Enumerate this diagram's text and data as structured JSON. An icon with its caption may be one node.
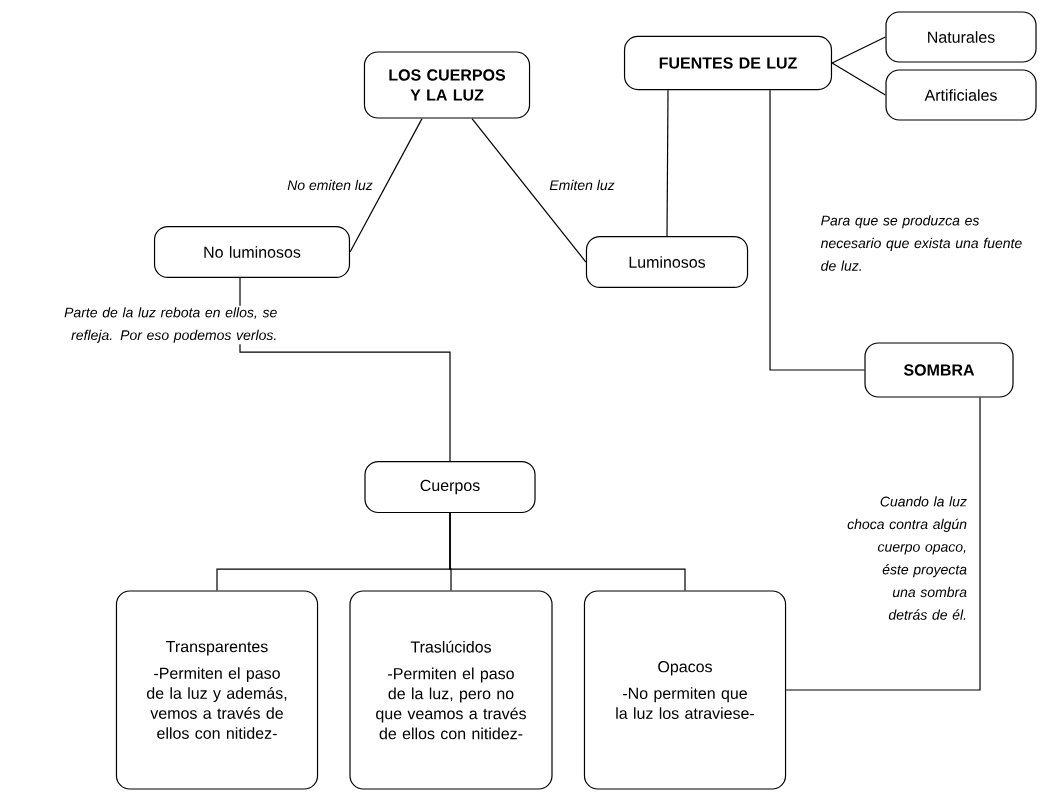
{
  "diagram": {
    "nodes": [
      {
        "text": [
          "LOS CUERPOS Y LA LUZ"
        ]
      },
      {
        "text": [
          "FUENTES DE LUZ"
        ]
      },
      {
        "text": [
          "Naturales"
        ]
      },
      {
        "text": [
          "Artificiales"
        ]
      },
      {
        "text": [
          "No luminosos"
        ]
      },
      {
        "text": [
          "Luminosos"
        ]
      },
      {
        "text": [
          "SOMBRA"
        ]
      },
      {
        "text": [
          "Cuerpos"
        ]
      },
      {
        "text": [
          "Transparentes",
          "-Permiten el paso de la luz y además, vemos a través de ellos con nitidez-"
        ]
      },
      {
        "text": [
          "Traslúcidos",
          "-Permiten el paso de la luz, pero no que veamos a través de ellos con nitidez-"
        ]
      },
      {
        "text": [
          "Opacos",
          "-No permiten que la luz los atraviese-"
        ]
      }
    ],
    "edges": [
      {
        "from": 0,
        "to": 4,
        "arrow": "none",
        "label": "No emiten luz"
      },
      {
        "from": 0,
        "to": 5,
        "arrow": "none",
        "label": "Emiten luz"
      },
      {
        "from": 1,
        "to": 2,
        "arrow": "none"
      },
      {
        "from": 1,
        "to": 3,
        "arrow": "none"
      },
      {
        "from": 1,
        "to": 5,
        "arrow": "none"
      },
      {
        "from": 1,
        "to": 6,
        "arrow": "none"
      },
      {
        "from": 4,
        "to": 7,
        "arrow": "none"
      },
      {
        "from": 7,
        "to": 8,
        "arrow": "none"
      },
      {
        "from": 7,
        "to": 9,
        "arrow": "none"
      },
      {
        "from": 7,
        "to": 10,
        "arrow": "none"
      },
      {
        "from": 6,
        "to": 10,
        "arrow": "none"
      }
    ],
    "labels": [
      "Para que se produzca es necesario que exista una fuente de luz.",
      "Parte de la luz rebota en ellos, se refleja. Por eso podemos verlos.",
      "Cuando la luz choca contra algún cuerpo opaco, éste proyecta una sombra detrás de él."
    ]
  }
}
